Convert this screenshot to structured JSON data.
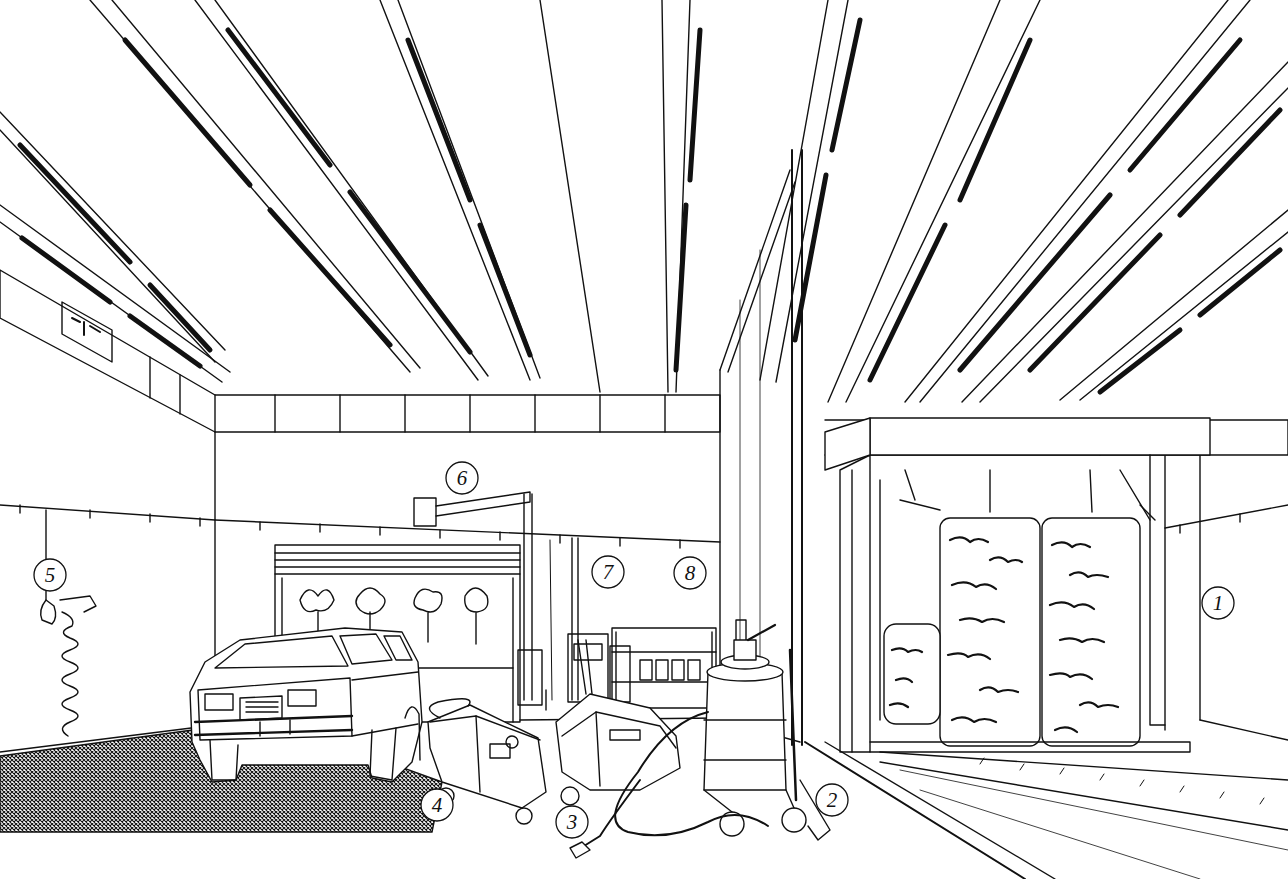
{
  "diagram": {
    "nodes": [
      {
        "text": [
          "6"
        ]
      },
      {
        "text": [
          "5"
        ]
      },
      {
        "text": [
          "7"
        ]
      },
      {
        "text": [
          "8"
        ]
      },
      {
        "text": [
          "1"
        ]
      },
      {
        "text": [
          "4"
        ]
      },
      {
        "text": [
          "3"
        ]
      },
      {
        "text": [
          "2"
        ]
      }
    ]
  }
}
